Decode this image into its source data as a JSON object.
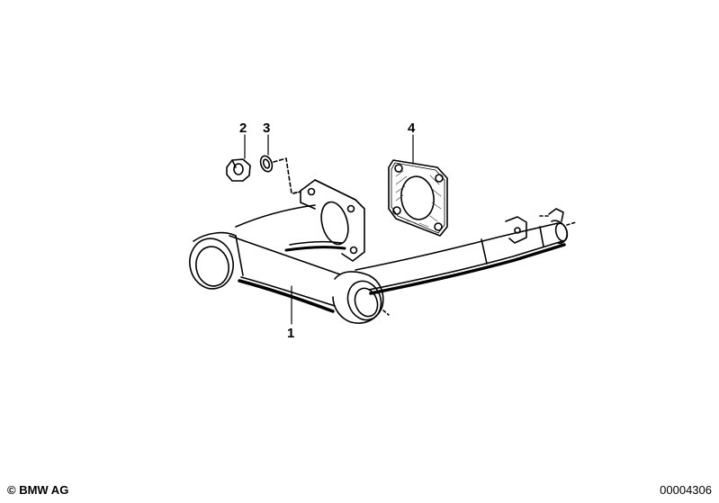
{
  "parts": [
    {
      "number": "1"
    },
    {
      "number": "2"
    },
    {
      "number": "3"
    },
    {
      "number": "4"
    }
  ],
  "footer": {
    "copyright": "© BMW AG",
    "diagram_id": "00004306"
  }
}
